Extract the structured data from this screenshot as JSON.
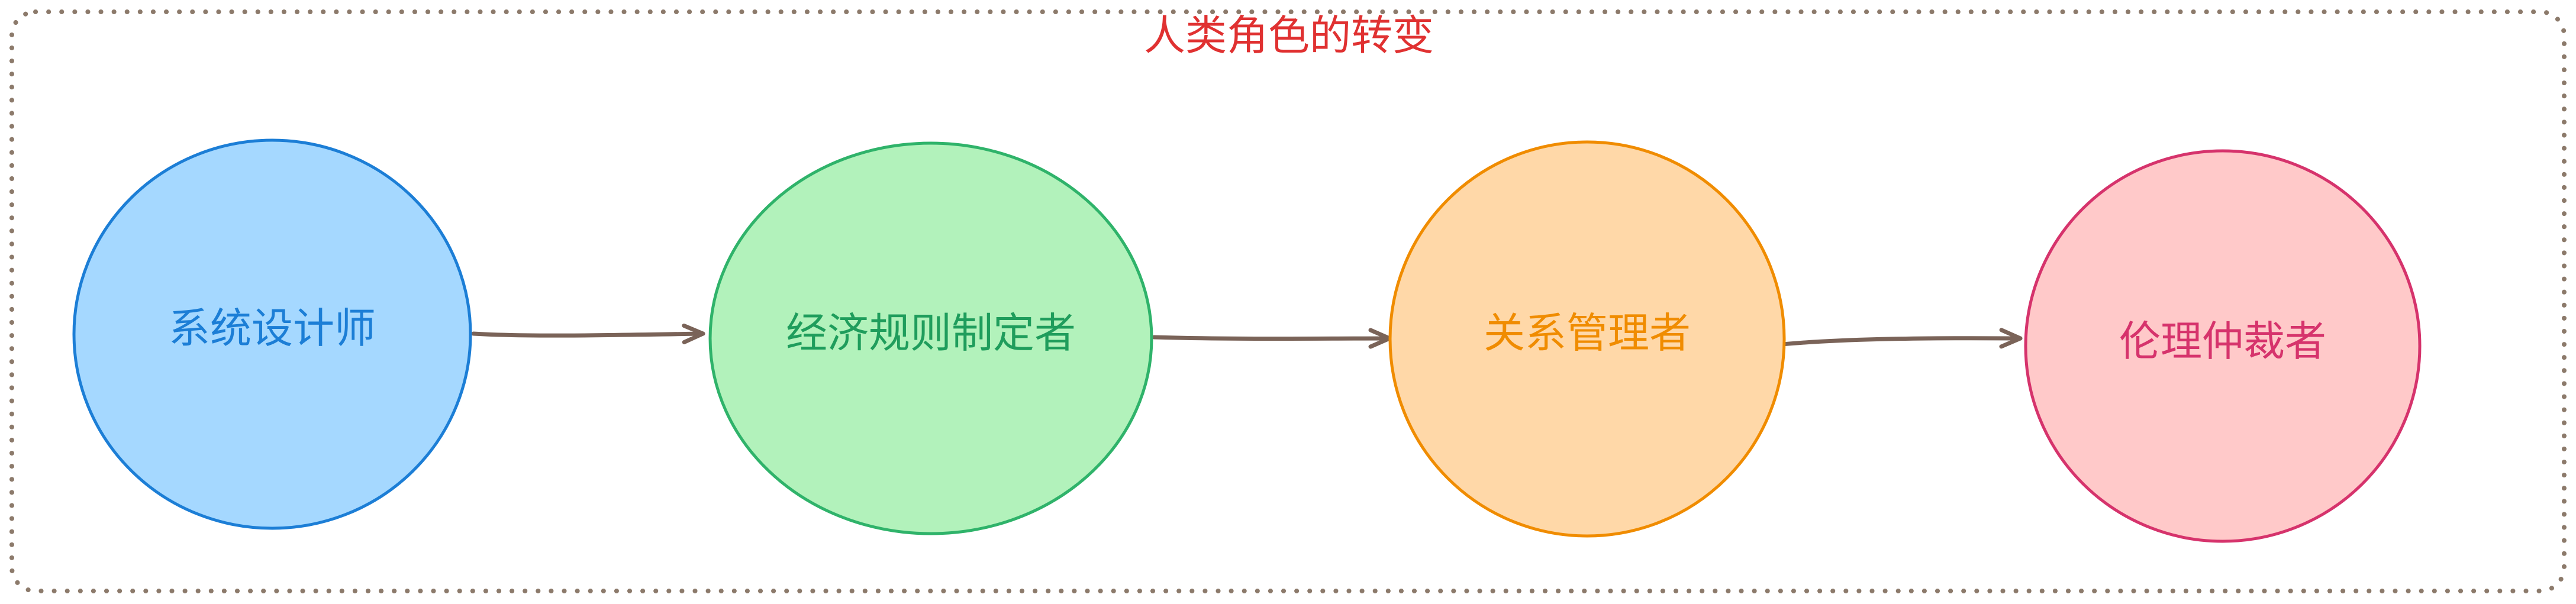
{
  "title": "人类角色的转变",
  "title_color": "#e03131",
  "frame_color": "#8c7a6b",
  "arrow_color": "#7a6358",
  "nodes": [
    {
      "label": "系统设计师",
      "fill": "#a5d8ff",
      "stroke": "#1c7ed6",
      "text_color": "#1c7ed6"
    },
    {
      "label": "经济规则制定者",
      "fill": "#b2f2bb",
      "stroke": "#2fb36a",
      "text_color": "#1f9d5c"
    },
    {
      "label": "关系管理者",
      "fill": "#ffd8a8",
      "stroke": "#f08c00",
      "text_color": "#f08c00"
    },
    {
      "label": "伦理仲裁者",
      "fill": "#ffc9c9",
      "stroke": "#d6336c",
      "text_color": "#d6336c"
    }
  ]
}
